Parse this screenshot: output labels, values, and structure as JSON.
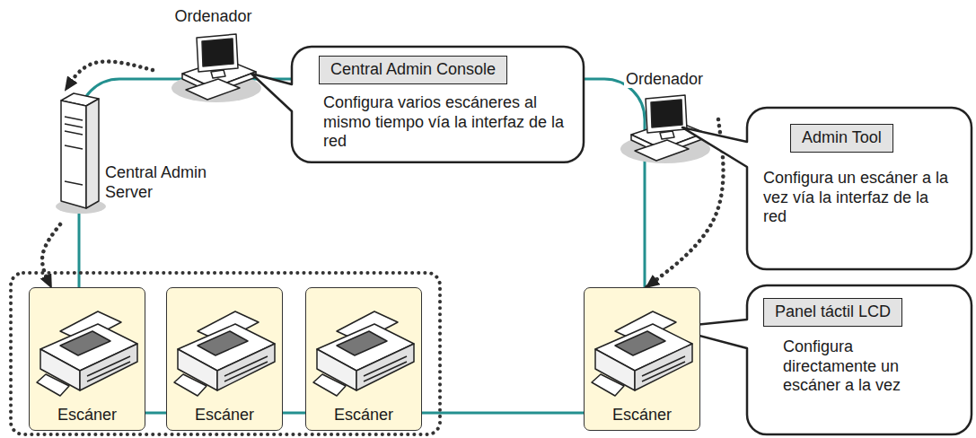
{
  "diagram": {
    "nodes": [
      {
        "text": [
          "Ordenador"
        ]
      },
      {
        "text": [
          "Configura varios escáneres al mismo tiempo vía la interfaz de la red"
        ]
      },
      {
        "text": [
          "Central Admin Console"
        ],
        "in": 1
      },
      {
        "text": [
          "Central Admin Server"
        ]
      },
      {
        "text": [
          "Ordenador"
        ]
      },
      {
        "text": [
          "Configura un escáner a la vez vía la interfaz de la red"
        ]
      },
      {
        "text": [
          "Admin Tool"
        ],
        "in": 5
      },
      {
        "text": [
          "Configura directamente un escáner a la vez"
        ]
      },
      {
        "text": [
          "Panel táctil LCD"
        ],
        "in": 7
      },
      {
        "text": [
          "Escáner"
        ]
      },
      {
        "text": [
          "Escáner"
        ]
      },
      {
        "text": [
          "Escáner"
        ]
      },
      {
        "text": [
          "Escáner"
        ]
      }
    ],
    "edges": [
      {
        "from": 0,
        "to": 3,
        "arrow": "to"
      },
      {
        "from": 3,
        "to": 9,
        "arrow": "to"
      },
      {
        "from": 4,
        "to": 12,
        "arrow": "to"
      }
    ]
  }
}
